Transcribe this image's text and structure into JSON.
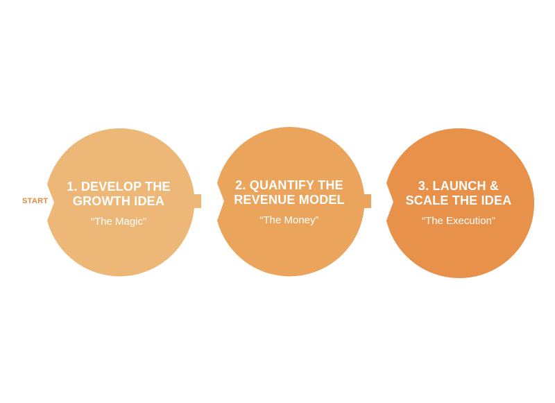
{
  "start_label": "START",
  "steps": [
    {
      "title": "1. DEVELOP THE\nGROWTH IDEA",
      "subtitle": "“The Magic”",
      "color": "#EDB877"
    },
    {
      "title": "2. QUANTIFY THE\nREVENUE MODEL",
      "subtitle": "“The Money”",
      "color": "#EBA45C"
    },
    {
      "title": "3. LAUNCH &\nSCALE THE IDEA",
      "subtitle": "“The Execution”",
      "color": "#E8914A"
    }
  ],
  "colors": {
    "start": "#E8873C",
    "background": "#FFFFFF"
  }
}
